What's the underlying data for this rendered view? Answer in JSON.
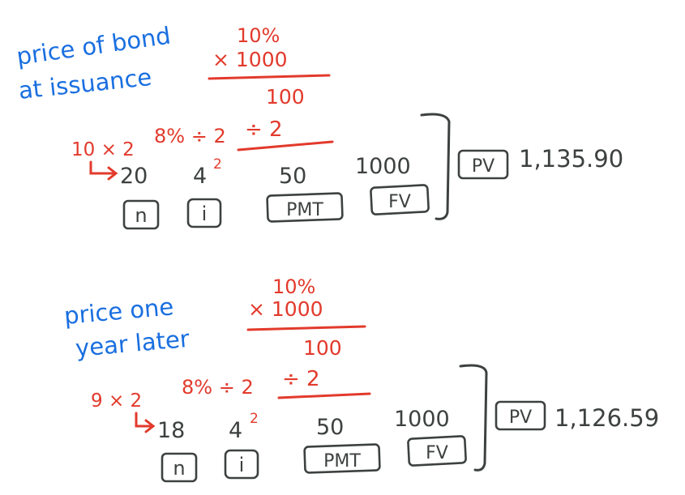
{
  "problems": [
    {
      "title_line1": "price of bond",
      "title_line2": "at issuance",
      "coupon_rate": "10%",
      "face_multiplier": "× 1000",
      "divisor": "100",
      "periods_calc": "10 × 2",
      "rate_calc": "8% ÷ 2",
      "pmt_divide": "÷  2",
      "n_value": "20",
      "i_value": "4",
      "pmt_value": "50",
      "fv_value": "1000",
      "n_key": "n",
      "i_key": "i",
      "pmt_key": "PMT",
      "fv_key": "FV",
      "pv_key": "PV",
      "pv_result": "1,135.90"
    },
    {
      "title_line1": "price one",
      "title_line2": "year later",
      "coupon_rate": "10%",
      "face_multiplier": "× 1000",
      "divisor": "100",
      "periods_calc": "9 × 2",
      "rate_calc": "8% ÷ 2",
      "pmt_divide": "÷  2",
      "n_value": "18",
      "i_value": "4",
      "pmt_value": "50",
      "fv_value": "1000",
      "n_key": "n",
      "i_key": "i",
      "pmt_key": "PMT",
      "fv_key": "FV",
      "pv_key": "PV",
      "pv_result": "1,126.59"
    }
  ],
  "colors": {
    "title": "#1a6fe0",
    "work": "#e23a2c",
    "keys": "#3d4140"
  }
}
